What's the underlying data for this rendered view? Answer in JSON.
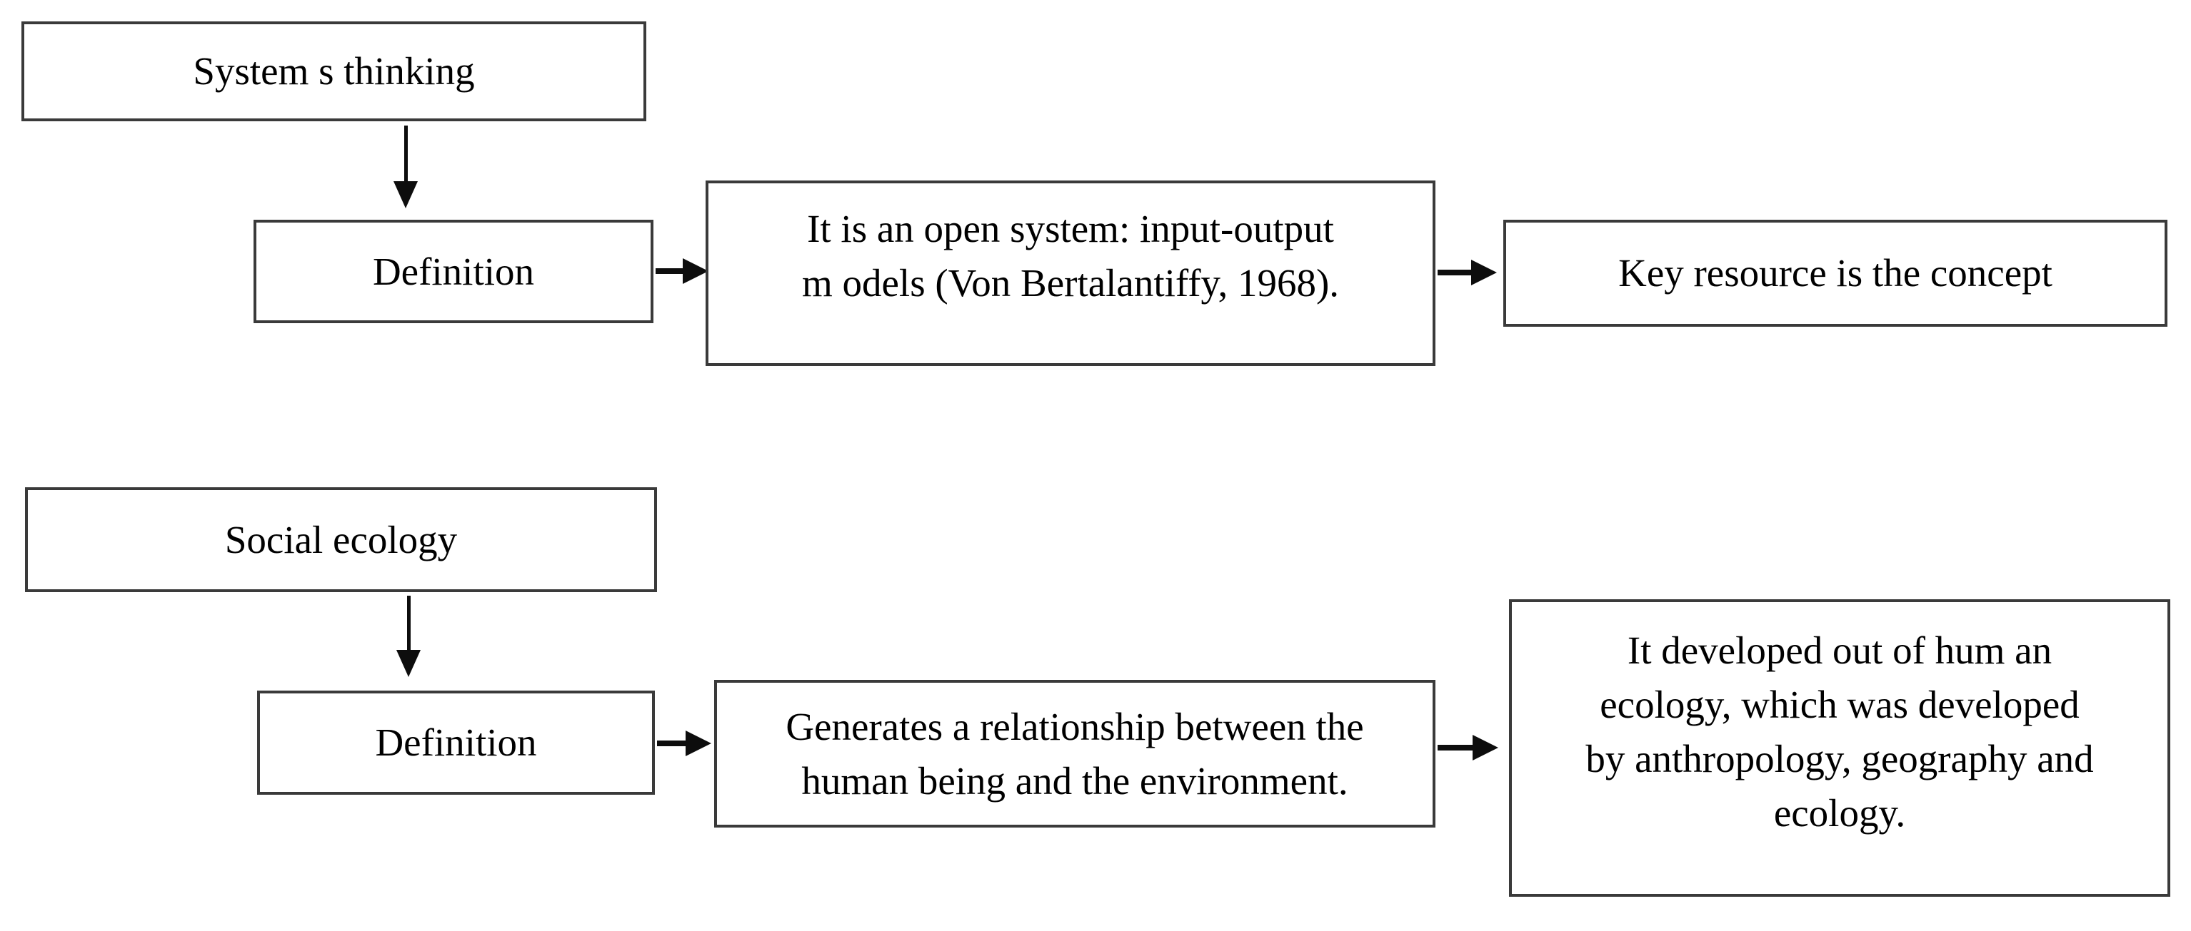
{
  "colors": {
    "background": "#ffffff",
    "box_border": "#3a3a3a",
    "arrow": "#0d0d0d",
    "text": "#000000"
  },
  "rows": [
    {
      "topic": "System s thinking",
      "definition": "Definition",
      "description_lines": [
        "It is an open system: input-output",
        "m odels (Von Bertalantiffy, 1968)."
      ],
      "key_point_lines": [
        "Key resource is the concept"
      ]
    },
    {
      "topic": "Social ecology",
      "definition": "Definition",
      "description_lines": [
        "Generates a relationship between the",
        "human being and the environment."
      ],
      "key_point_lines": [
        "It developed out of hum an",
        "ecology, which was developed",
        "by anthropology, geography and",
        "ecology."
      ]
    }
  ]
}
